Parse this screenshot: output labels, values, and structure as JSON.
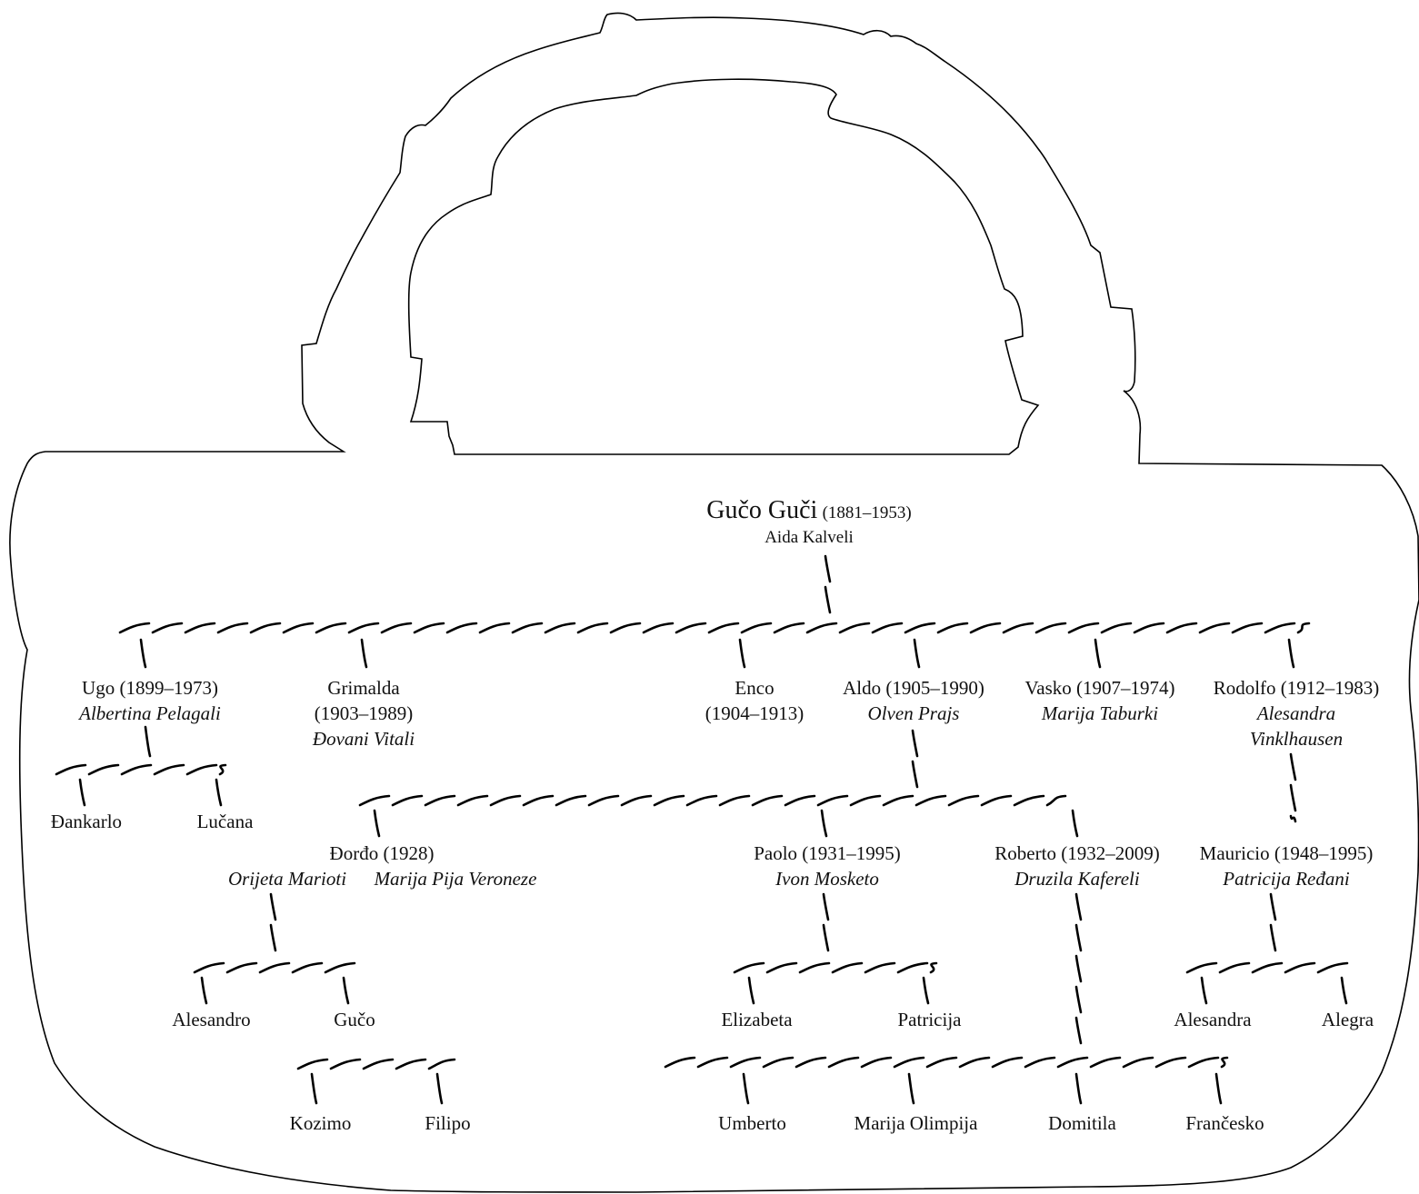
{
  "root": {
    "name": "Gučo Guči",
    "years": "(1881–1953)",
    "spouse": "Aida Kalveli"
  },
  "children": [
    {
      "name": "Ugo (1899–1973)",
      "spouse": "Albertina Pelagali"
    },
    {
      "name": "Grimalda",
      "years": "(1903–1989)",
      "spouse": "Đovani Vitali"
    },
    {
      "name": "Enco",
      "years": "(1904–1913)"
    },
    {
      "name": "Aldo (1905–1990)",
      "spouse": "Olven Prajs"
    },
    {
      "name": "Vasko (1907–1974)",
      "spouse": "Marija Taburki"
    },
    {
      "name": "Rodolfo (1912–1983)",
      "spouse_line1": "Alesandra",
      "spouse_line2": "Vinklhausen"
    }
  ],
  "ugo_children": [
    "Đankarlo",
    "Lučana"
  ],
  "aldo_children": [
    {
      "name": "Đorđo (1928)",
      "spouse_a": "Orijeta Marioti",
      "spouse_b": "Marija Pija Veroneze"
    },
    {
      "name": "Paolo (1931–1995)",
      "spouse": "Ivon Mosketo"
    },
    {
      "name": "Roberto (1932–2009)",
      "spouse": "Druzila Kafereli"
    }
  ],
  "rodolfo_child": {
    "name": "Mauricio (1948–1995)",
    "spouse": "Patricija Ređani"
  },
  "giorgio_children_a": [
    "Alesandro",
    "Gučo"
  ],
  "giorgio_children_b": [
    "Kozimo",
    "Filipo"
  ],
  "paolo_children": [
    "Elizabeta",
    "Patricija"
  ],
  "roberto_children": [
    "Umberto",
    "Marija Olimpija",
    "Domitila",
    "Frančesko"
  ],
  "mauricio_children": [
    "Alesandra",
    "Alegra"
  ],
  "colors": {
    "stroke": "#000000",
    "text": "#111111"
  }
}
